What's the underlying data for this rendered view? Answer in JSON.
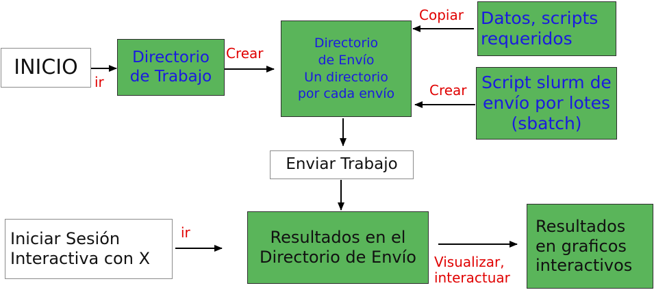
{
  "nodes": {
    "inicio": {
      "text": "INICIO"
    },
    "directorio_trabajo": {
      "lines": [
        "Directorio",
        "de Trabajo"
      ]
    },
    "directorio_envio": {
      "lines": [
        "Directorio",
        "de Envío",
        "Un directorio",
        "por cada envío"
      ]
    },
    "datos_scripts": {
      "lines": [
        "Datos, scripts",
        "requeridos"
      ]
    },
    "script_slurm": {
      "lines": [
        "Script slurm de",
        "envío por lotes",
        "(sbatch)"
      ]
    },
    "enviar_trabajo": {
      "text": "Enviar Trabajo"
    },
    "iniciar_sesion": {
      "lines": [
        "Iniciar Sesión",
        "Interactiva con X"
      ]
    },
    "resultados_directorio": {
      "lines": [
        "Resultados en el",
        "Directorio de Envío"
      ]
    },
    "resultados_graficos": {
      "lines": [
        "Resultados",
        "en graficos",
        "interactivos"
      ]
    }
  },
  "edges": {
    "inicio_to_trabajo": {
      "label": "ir"
    },
    "trabajo_to_envio": {
      "label": "Crear"
    },
    "datos_to_envio": {
      "label": "Copiar"
    },
    "slurm_to_envio": {
      "label": "Crear"
    },
    "sesion_to_resultados": {
      "label": "ir"
    },
    "resultados_to_graficos": {
      "label_lines": [
        "Visualizar,",
        "interactuar"
      ]
    }
  },
  "colors": {
    "box_fill": "#5ab55a",
    "node_text_blue": "#1a1adf",
    "label_red": "#e00000"
  }
}
